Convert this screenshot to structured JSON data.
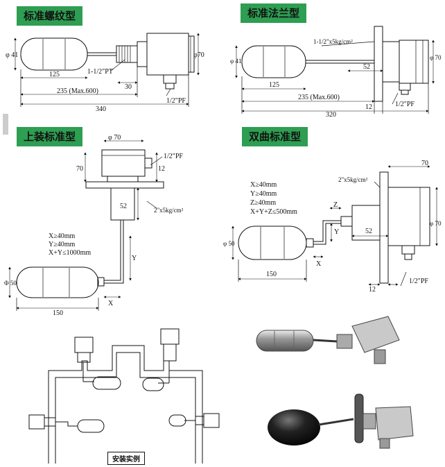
{
  "titles": {
    "standard_thread": "标准螺纹型",
    "standard_flange": "标准法兰型",
    "top_mount": "上装标准型",
    "double_bend": "双曲标准型"
  },
  "p1": {
    "d41": "φ 41",
    "d70": "φ70",
    "l125": "125",
    "l30": "30",
    "l235": "235 (Max.600)",
    "l340": "340",
    "pt": "1-1/2\"PT",
    "pf": "1/2\"PF"
  },
  "p2": {
    "d41": "φ 41",
    "d70": "φ 70",
    "flange": "1-1/2\"x5kg/cm²",
    "l52": "52",
    "l125": "125",
    "l235": "235 (Max.600)",
    "l12": "12",
    "l320": "320",
    "pf": "1/2\"PF"
  },
  "p3": {
    "d70": "φ 70",
    "pf": "1/2\"PF",
    "l70": "70",
    "l12": "12",
    "l52": "52",
    "flange": "2\"x5kg/cm²",
    "c1": "X≥40mm",
    "c2": "Y≥40mm",
    "c3": "X+Y≤1000mm",
    "d50": "Φ 50",
    "l150": "150",
    "y": "Y",
    "x": "X"
  },
  "p4": {
    "l70": "70",
    "flange": "2\"x5kg/cm²",
    "c1": "X≥40mm",
    "c2": "Y≥40mm",
    "c3": "Z≥40mm",
    "c4": "X+Y+Z≤500mm",
    "z": "Z",
    "y": "Y",
    "x": "X",
    "l52": "52",
    "d50": "φ 50",
    "d70": "φ 70",
    "l150": "150",
    "l12": "12",
    "pf": "1/2\"PF"
  },
  "install": {
    "caption": "安装实例"
  }
}
